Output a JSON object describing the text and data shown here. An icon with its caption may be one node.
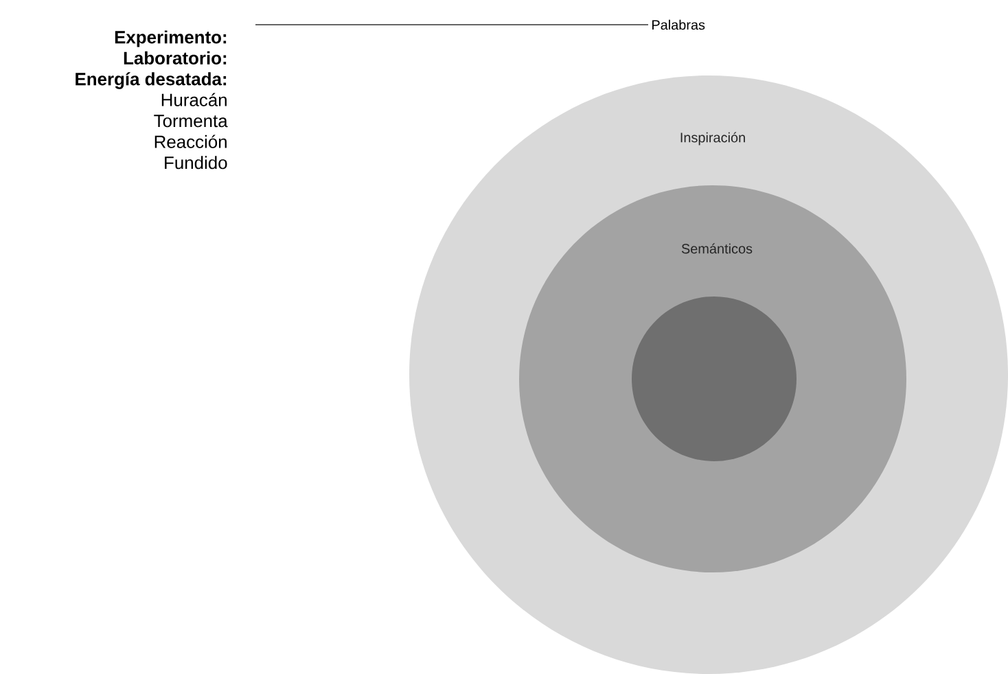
{
  "diagram": {
    "nodes": [
      {
        "text": [
          "**Experimento:**",
          "**Laboratorio:**",
          "**Energía desatada:**",
          "Huracán",
          "Tormenta",
          "Reacción",
          "Fundido"
        ]
      },
      {
        "text": [
          "Palabras"
        ]
      },
      {
        "text": [
          "Inspiración"
        ]
      },
      {
        "text": [
          "Semánticos"
        ],
        "in": 2
      },
      {
        "text": [],
        "shape": "circle",
        "in": 3
      }
    ],
    "edges": [
      {
        "from": 0,
        "to": 1,
        "arrow": "none"
      }
    ]
  }
}
